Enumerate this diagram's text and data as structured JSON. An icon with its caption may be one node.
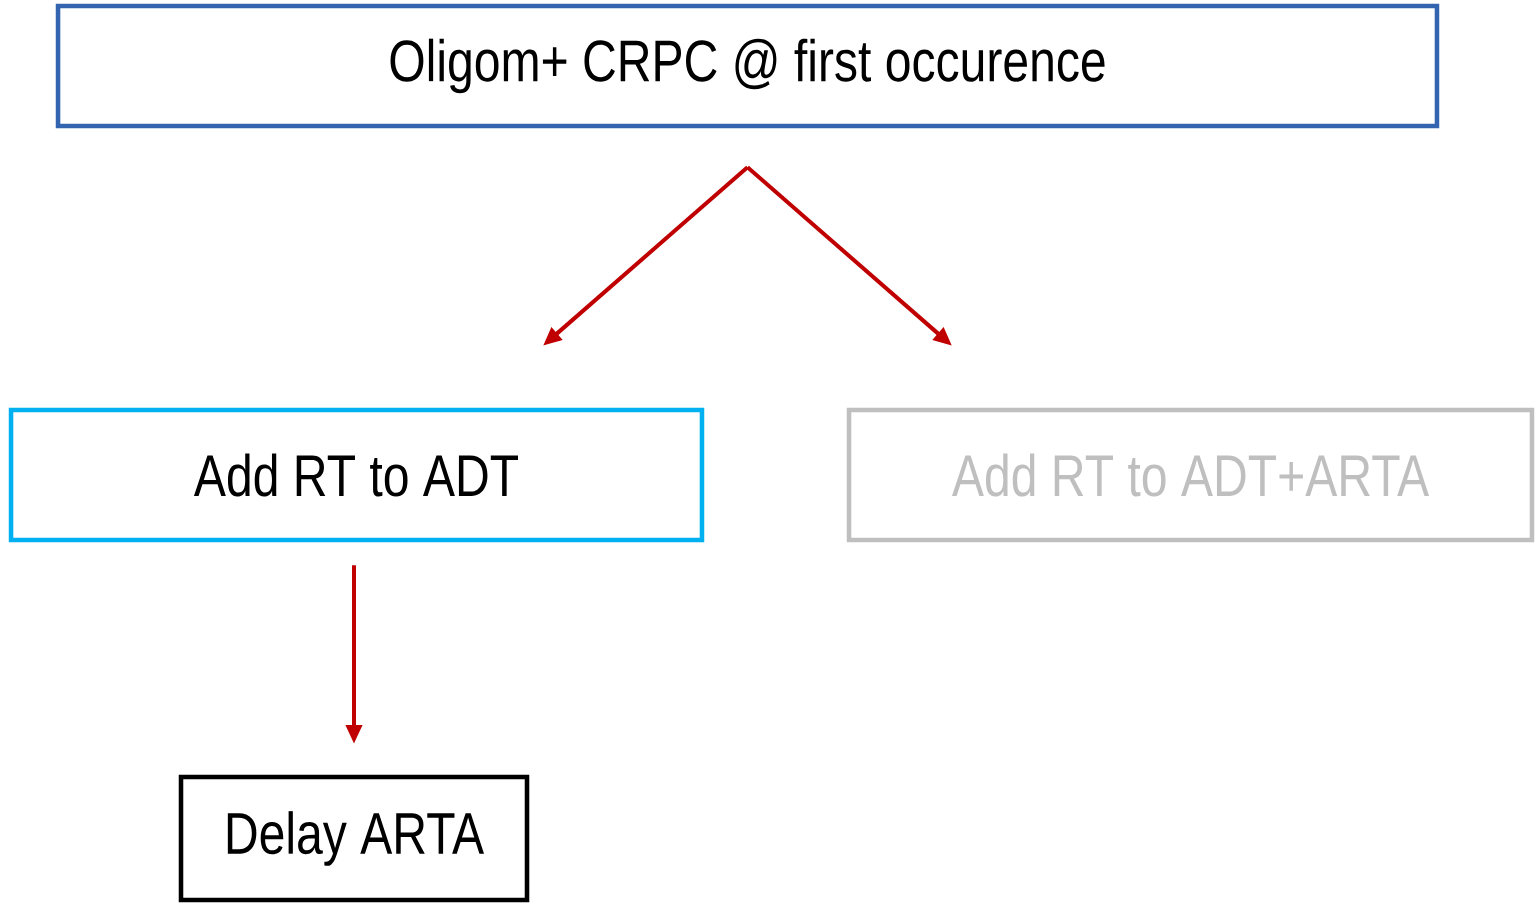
{
  "diagram": {
    "nodes": [
      {
        "text": [
          "Oligom+ CRPC @ first occurence"
        ]
      },
      {
        "text": [
          "Add RT to ADT"
        ]
      },
      {
        "text": [
          "Add RT to ADT+ARTA"
        ]
      },
      {
        "text": [
          "Delay ARTA"
        ]
      }
    ],
    "edges": [
      {
        "from": 0,
        "to": 1,
        "arrow": "to"
      },
      {
        "from": 0,
        "to": 2,
        "arrow": "to"
      },
      {
        "from": 1,
        "to": 3,
        "arrow": "to"
      }
    ]
  }
}
